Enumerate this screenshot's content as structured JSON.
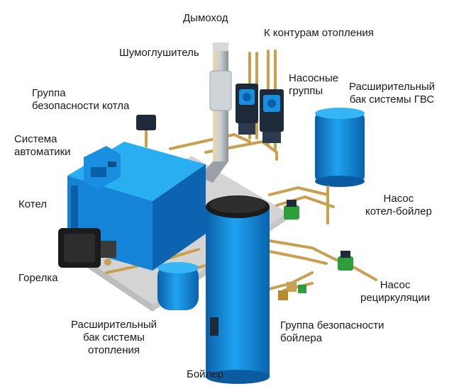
{
  "labels": {
    "chimney": "Дымоход",
    "heating_circuits": "К контурам отопления",
    "silencer": "Шумоглушитель",
    "pump_groups": "Насосные\nгруппы",
    "dhw_expansion_tank": "Расширительный\nбак системы ГВС",
    "boiler_safety_group": "Группа\nбезопасности котла",
    "automation_system": "Система\nавтоматики",
    "boiler": "Котел",
    "burner": "Горелка",
    "pump_boiler_to_heater": "Насос\nкотел-бойлер",
    "recirculation_pump": "Насос\nрециркуляции",
    "heating_expansion_tank": "Расширительный\nбак системы\nотопления",
    "heater_safety_group": "Группа безопасности\nбойлера",
    "water_heater": "Бойлер"
  },
  "colors": {
    "equipment_blue": "#1a8fe0",
    "equipment_dark": "#0b5fa8",
    "pipe": "#c8a050",
    "floor": "#d2d2d2",
    "pump_body": "#1c2a3a",
    "valve_green": "#2e9e3a"
  }
}
